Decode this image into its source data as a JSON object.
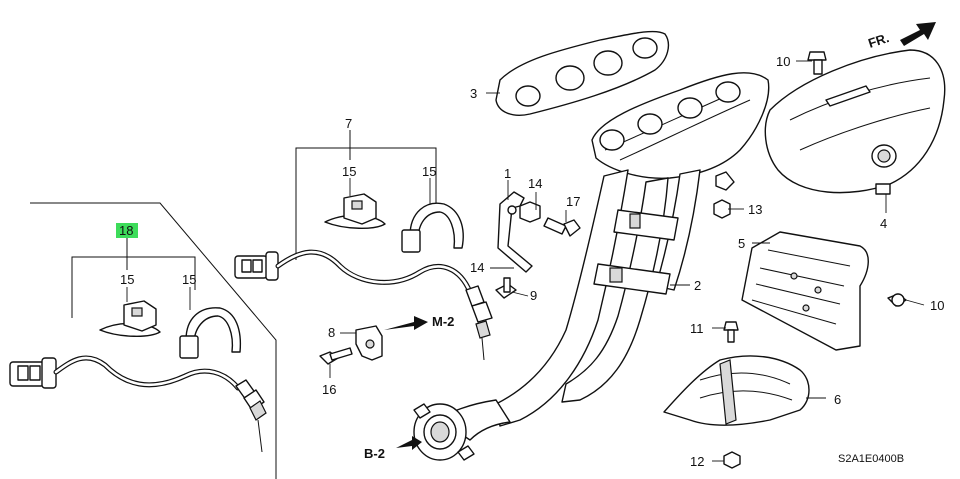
{
  "diagram": {
    "callouts": {
      "c1": "1",
      "c2": "2",
      "c3": "3",
      "c4": "4",
      "c5": "5",
      "c6": "6",
      "c7": "7",
      "c8": "8",
      "c9": "9",
      "c10a": "10",
      "c10b": "10",
      "c11": "11",
      "c12": "12",
      "c13": "13",
      "c14a": "14",
      "c14b": "14",
      "c15a": "15",
      "c15b": "15",
      "c15c": "15",
      "c15d": "15",
      "c16": "16",
      "c17": "17",
      "c18": "18"
    },
    "highlight_color": "#3ddc5a",
    "refs": {
      "m2": "M-2",
      "b2": "B-2",
      "fr": "FR."
    },
    "code": "S2A1E0400B"
  }
}
